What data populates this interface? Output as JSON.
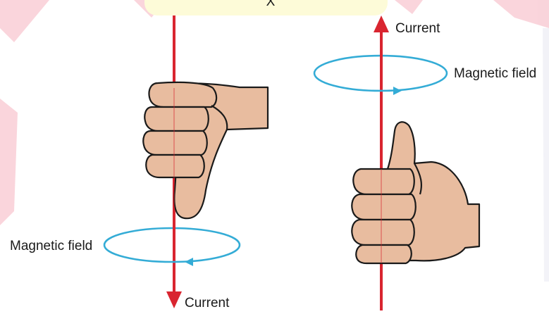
{
  "diagram": {
    "left_panel": {
      "current_label": "Current",
      "field_label": "Magnetic field",
      "current_direction": "down",
      "thumb_direction": "down"
    },
    "right_panel": {
      "current_label": "Current",
      "field_label": "Magnetic field",
      "current_direction": "up",
      "thumb_direction": "up"
    },
    "top_label": "X"
  },
  "colors": {
    "wire": "#d92530",
    "field_loop": "#34acd6",
    "skin": "#e8bc9f",
    "outline": "#1a1a1a",
    "watermark": "#f5b2bf",
    "top_band": "#fdfbd8"
  }
}
